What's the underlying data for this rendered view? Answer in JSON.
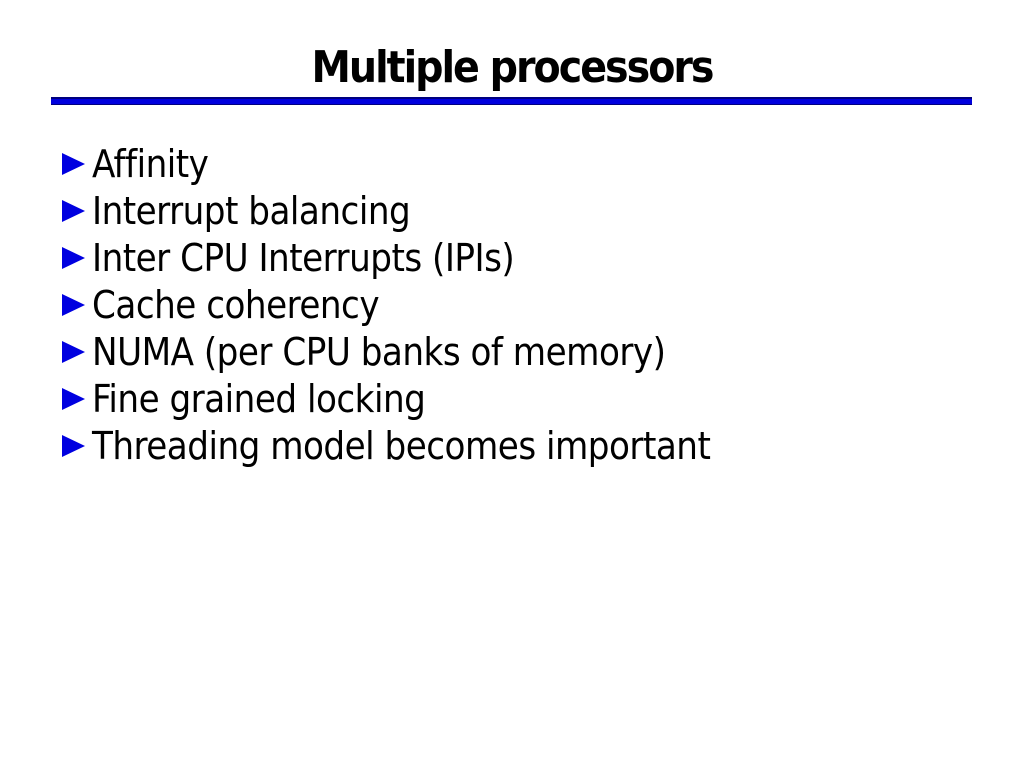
{
  "slide": {
    "title": "Multiple processors",
    "bullets": [
      "Affinity",
      "Interrupt balancing",
      "Inter CPU Interrupts (IPIs)",
      "Cache coherency",
      "NUMA (per CPU banks of memory)",
      "Fine grained locking",
      "Threading model becomes important"
    ]
  },
  "colors": {
    "background": "#ffffff",
    "text": "#000000",
    "bullet-blue": "#0000e0",
    "rule-blue": "#0000de",
    "rule-dark": "#000080"
  }
}
